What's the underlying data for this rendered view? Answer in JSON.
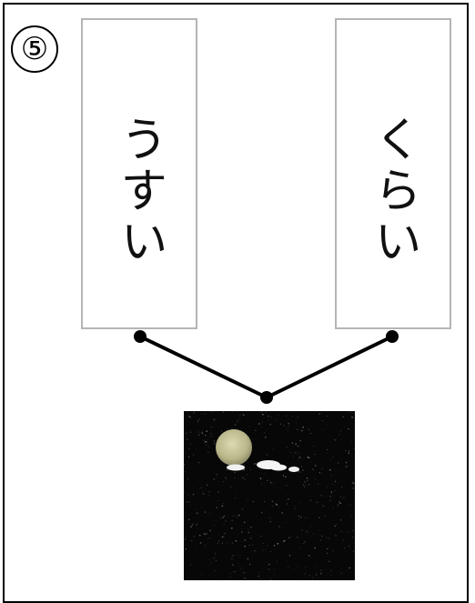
{
  "problem": {
    "number": "⑤"
  },
  "cards": [
    {
      "text": "うすい"
    },
    {
      "text": "くらい"
    }
  ],
  "picture": {
    "subject": "moon-over-night-sky",
    "colors": {
      "sky": "#070707",
      "moon": "#c9c79a",
      "clouds": "#f2f2f2"
    }
  },
  "connector": {
    "color": "#000000"
  }
}
